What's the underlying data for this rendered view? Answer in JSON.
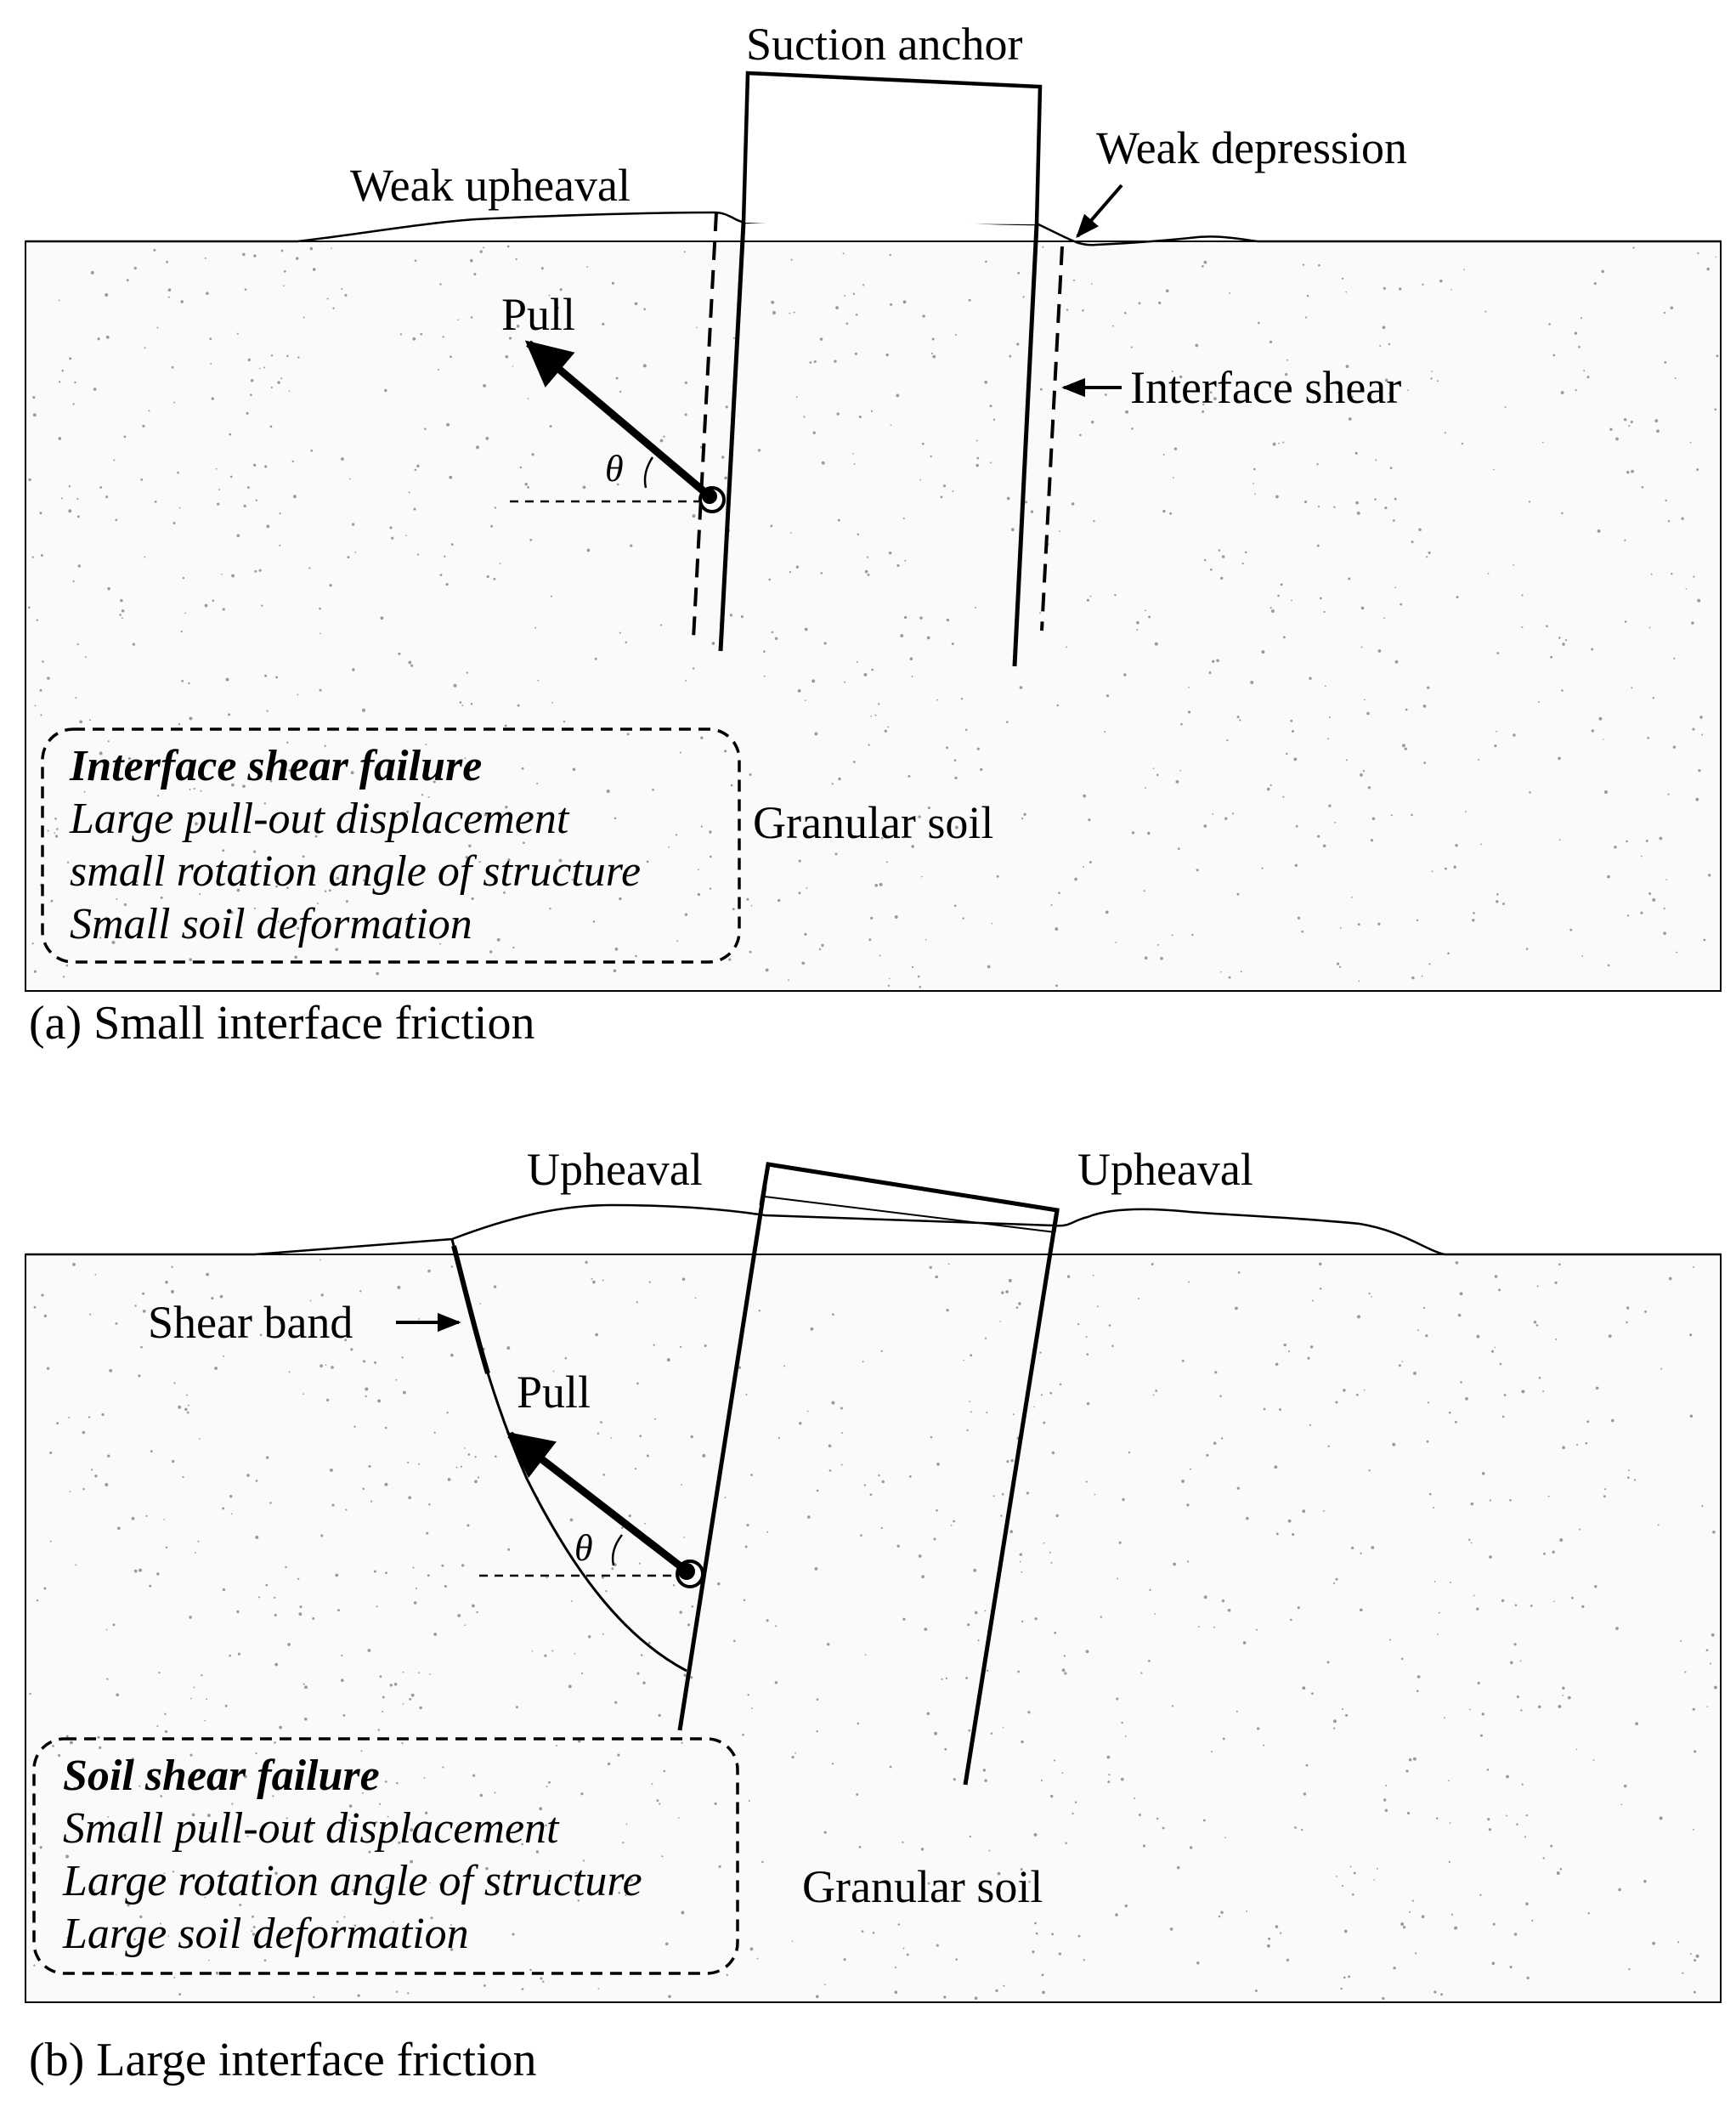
{
  "panel_a": {
    "anchor_label": "Suction anchor",
    "left_surface_label": "Weak upheaval",
    "right_surface_label": "Weak depression",
    "pull_label": "Pull",
    "theta_label": "θ",
    "interface_label": "Interface shear",
    "soil_label": "Granular soil",
    "box": {
      "title": "Interface shear failure",
      "lines": [
        "Large pull-out displacement",
        "small rotation angle of structure",
        "Small soil deformation"
      ]
    },
    "caption": "(a) Small interface friction"
  },
  "panel_b": {
    "left_surface_label": "Upheaval",
    "right_surface_label": "Upheaval",
    "shear_band_label": "Shear band",
    "pull_label": "Pull",
    "theta_label": "θ",
    "soil_label": "Granular soil",
    "box": {
      "title": "Soil shear failure",
      "lines": [
        "Small pull-out displacement",
        "Large rotation angle of structure",
        "Large soil deformation"
      ]
    },
    "caption": "(b) Large interface friction"
  }
}
